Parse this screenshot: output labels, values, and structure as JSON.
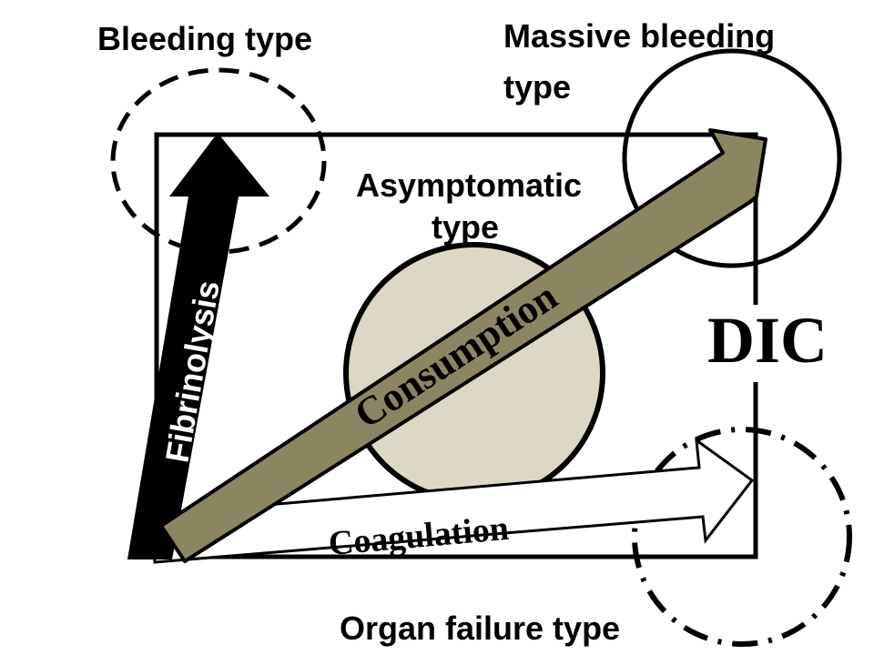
{
  "labels": {
    "bleeding_type": "Bleeding type",
    "massive_line1": "Massive bleeding",
    "massive_line2": "type",
    "asymptomatic_line1": "Asymptomatic",
    "asymptomatic_line2": "type",
    "organ_failure_type": "Organ failure type",
    "dic": "DIC"
  },
  "arrows": {
    "fibrinolysis": "Fibrinolysis",
    "consumption": "Consumption",
    "coagulation": "Coagulation"
  },
  "colors": {
    "consumption_fill": "#8c8562",
    "circle_fill": "#ddd8c6",
    "stroke": "#000000",
    "background": "#ffffff"
  }
}
